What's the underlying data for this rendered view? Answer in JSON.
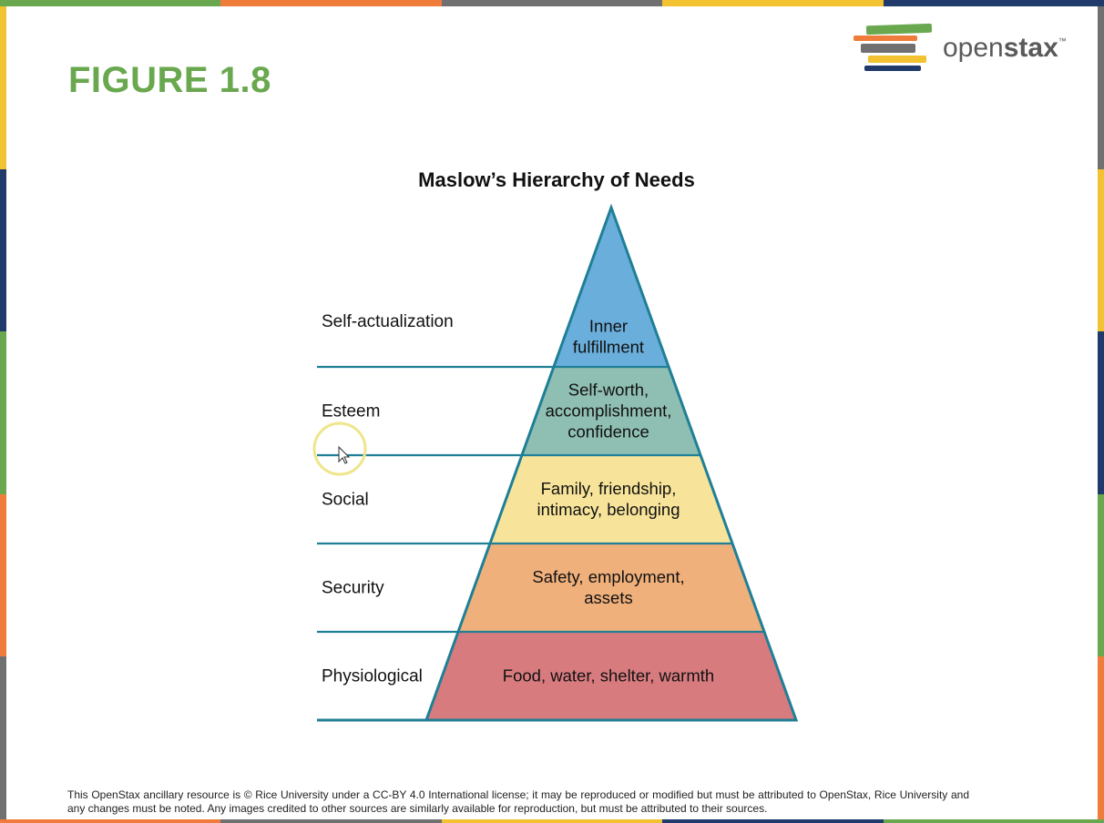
{
  "slide": {
    "figure_label": "FIGURE 1.8",
    "brand": {
      "prefix": "open",
      "suffix": "stax",
      "mark": "™"
    },
    "footer": "This OpenStax ancillary resource is © Rice University under a CC-BY 4.0 International license; it may be reproduced or modified but must be attributed to OpenStax, Rice University and any changes must be noted. Any images credited to other sources are similarly available for reproduction, but must be attributed to their sources."
  },
  "diagram": {
    "title": "Maslow’s Hierarchy of Needs",
    "levels": [
      {
        "label": "Self-actualization",
        "lines": [
          "Inner",
          "fulfillment"
        ],
        "color": "#6aaedb"
      },
      {
        "label": "Esteem",
        "lines": [
          "Self-worth,",
          "accomplishment,",
          "confidence"
        ],
        "color": "#8fbfb2"
      },
      {
        "label": "Social",
        "lines": [
          "Family, friendship,",
          "intimacy, belonging"
        ],
        "color": "#f7e49a"
      },
      {
        "label": "Security",
        "lines": [
          "Safety, employment,",
          "assets"
        ],
        "color": "#f0b07c"
      },
      {
        "label": "Physiological",
        "lines": [
          "Food, water, shelter, warmth"
        ],
        "color": "#d87b7f"
      }
    ]
  },
  "colors": {
    "title_green": "#6aa84f",
    "outline": "#1f7f96",
    "cursor_ring": "#efe58a",
    "stripes": [
      "#6aa84f",
      "#f07c3b",
      "#707070",
      "#f2c230",
      "#1f3a6b"
    ]
  }
}
